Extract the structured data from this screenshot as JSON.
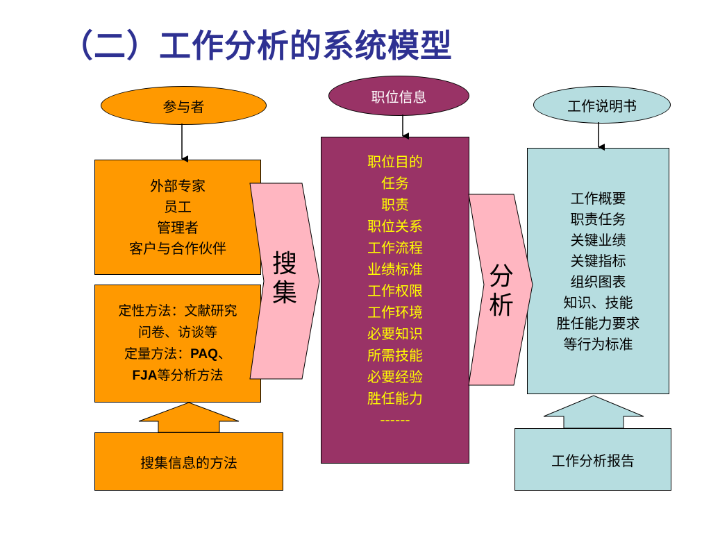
{
  "title": "（二）工作分析的系统模型",
  "ovals": {
    "participants": "参与者",
    "position_info": "职位信息",
    "job_description": "工作说明书"
  },
  "participants_box": {
    "items": [
      "外部专家",
      "员工",
      "管理者",
      "客户与合作伙伴"
    ]
  },
  "methods_box": {
    "line1": "定性方法：文献研究",
    "line2": "问卷、访谈等",
    "line3_prefix": "定量方法：",
    "line3_bold": "PAQ",
    "line3_suffix": "、",
    "line4_bold": "FJA",
    "line4_suffix": "等分析方法"
  },
  "collect_methods": "搜集信息的方法",
  "arrows": {
    "collect": [
      "搜",
      "集"
    ],
    "analyze": [
      "分",
      "析"
    ]
  },
  "position_info_box": {
    "items": [
      "职位目的",
      "任务",
      "职责",
      "职位关系",
      "工作流程",
      "业绩标准",
      "工作权限",
      "工作环境",
      "必要知识",
      "所需技能",
      "必要经验",
      "胜任能力",
      "------"
    ]
  },
  "summary_box": {
    "items": [
      "工作概要",
      "职责任务",
      "关键业绩",
      "关键指标",
      "组织图表",
      "知识、技能",
      "胜任能力要求",
      "等行为标准"
    ]
  },
  "report": "工作分析报告",
  "colors": {
    "title": "#2e3192",
    "orange": "#ff9900",
    "maroon": "#993366",
    "light_blue": "#b6dde0",
    "pink_arrow": "#ffb6c1",
    "yellow_text": "#ffff00"
  }
}
